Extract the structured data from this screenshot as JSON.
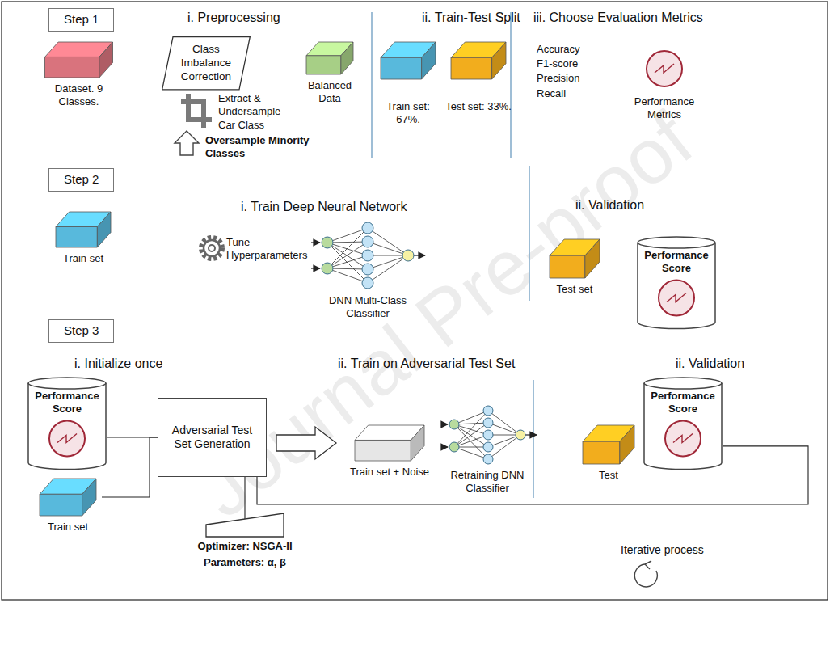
{
  "diagram": {
    "nodes": [
      {
        "text": [
          "Step 1"
        ]
      },
      {
        "text": [
          "Dataset. 9 Classes."
        ]
      },
      {
        "text": [
          "Class Imbalance Correction"
        ]
      },
      {
        "text": [
          "Balanced Data"
        ]
      },
      {
        "text": [
          "Train set: 67%."
        ]
      },
      {
        "text": [
          "Test set: 33%."
        ]
      },
      {
        "text": [
          "Performance Metrics"
        ]
      },
      {
        "text": [
          "Step 2"
        ]
      },
      {
        "text": [
          "Train set"
        ]
      },
      {
        "text": [
          "Test set"
        ]
      },
      {
        "text": [
          "Performance Score"
        ]
      },
      {
        "text": [
          "Step 3"
        ]
      },
      {
        "text": [
          "Performance Score"
        ]
      },
      {
        "text": [
          "Train set"
        ]
      },
      {
        "text": [
          "Adversarial Test Set Generation"
        ]
      },
      {
        "text": [
          "Optimizer: NSGA-II",
          "Parameters: α, β"
        ]
      },
      {
        "text": [
          "Train set + Noise"
        ]
      },
      {
        "text": [
          "Test"
        ]
      },
      {
        "text": [
          "Performance Score"
        ]
      }
    ],
    "edges": [
      {
        "from": 12,
        "to": 14,
        "arrow": "none"
      },
      {
        "from": 13,
        "to": 14,
        "arrow": "none"
      },
      {
        "from": 14,
        "to": 15,
        "arrow": "none"
      },
      {
        "from": 14,
        "to": 16,
        "arrow": "to"
      },
      {
        "from": 14,
        "to": 18,
        "arrow": "none"
      }
    ],
    "labels": [
      "i. Preprocessing",
      "Extract & Undersample Car Class",
      "Oversample Minority Classes",
      "ii. Train-Test Split",
      "iii. Choose Evaluation Metrics",
      "Accuracy F1-score Precision Recall",
      "i. Train Deep Neural Network",
      "Tune Hyperparameters",
      "DNN Multi-Class Classifier",
      "ii. Validation",
      "i. Initialize once",
      "ii. Train on Adversarial Test Set",
      "Retraining DNN Classifier",
      "ii. Validation",
      "Iterative process",
      "Journal Pre-proof"
    ]
  }
}
